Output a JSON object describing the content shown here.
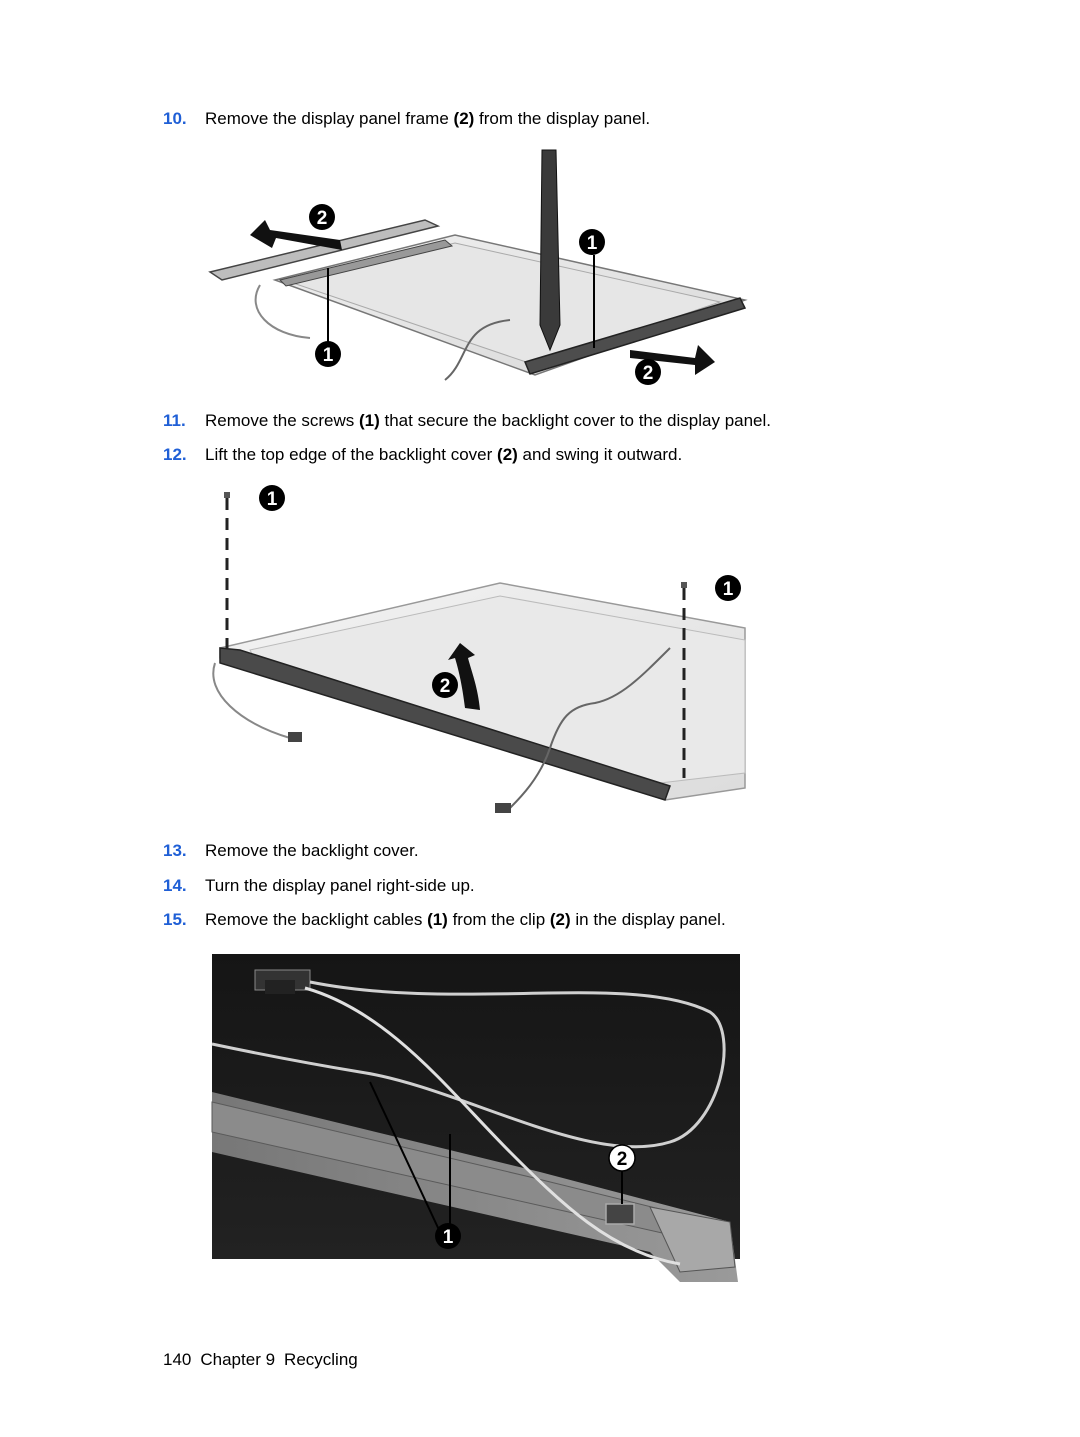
{
  "steps": [
    {
      "num": "10.",
      "pre": "Remove the display panel frame ",
      "bold": "(2)",
      "post": " from the display panel."
    },
    {
      "num": "11.",
      "pre": "Remove the screws ",
      "bold": "(1)",
      "post": " that secure the backlight cover to the display panel."
    },
    {
      "num": "12.",
      "pre": "Lift the top edge of the backlight cover ",
      "bold": "(2)",
      "post": " and swing it outward."
    },
    {
      "num": "13.",
      "text": "Remove the backlight cover."
    },
    {
      "num": "14.",
      "text": "Turn the display panel right-side up."
    },
    {
      "num": "15.",
      "pre": "Remove the backlight cables ",
      "bold1": "(1)",
      "mid": " from the clip ",
      "bold2": "(2)",
      "post": " in the display panel."
    }
  ],
  "callouts": {
    "one": "1",
    "two": "2"
  },
  "footer": {
    "page": "140",
    "chapter": "Chapter 9",
    "title": "Recycling"
  },
  "colors": {
    "step_number": "#1f5fd6",
    "callout_fill": "#000000"
  }
}
